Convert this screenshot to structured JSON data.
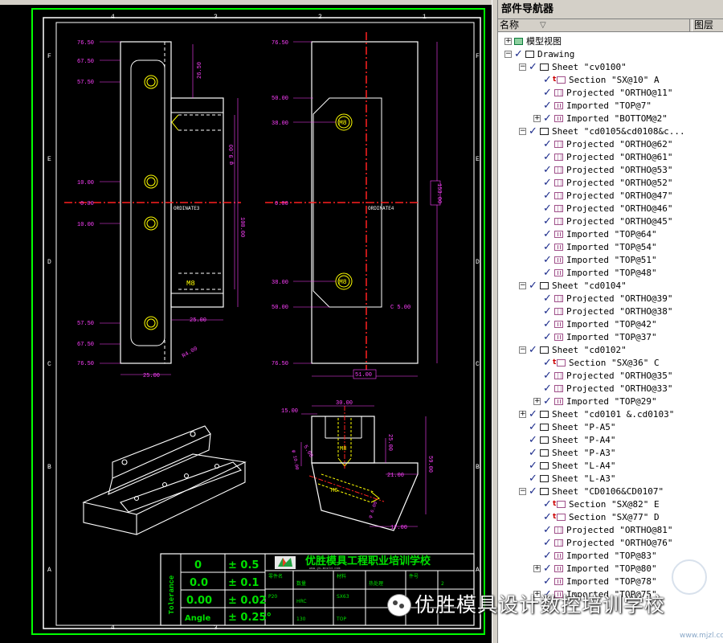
{
  "panel": {
    "title": "部件导航器",
    "col_name": "名称",
    "col_sort": "▽",
    "col_layer": "图层"
  },
  "tree": [
    {
      "depth": 0,
      "exp": "+",
      "check": false,
      "icon": "model",
      "label": "模型视图"
    },
    {
      "depth": 0,
      "exp": "-",
      "check": true,
      "icon": "drawing",
      "label": "Drawing"
    },
    {
      "depth": 1,
      "exp": "-",
      "check": true,
      "icon": "sheet",
      "label": "Sheet \"cv0100\""
    },
    {
      "depth": 2,
      "exp": "",
      "check": true,
      "icon": "sect",
      "label": "Section \"SX@10\" A"
    },
    {
      "depth": 2,
      "exp": "",
      "check": true,
      "icon": "proj",
      "label": "Projected \"ORTHO@11\""
    },
    {
      "depth": 2,
      "exp": "",
      "check": true,
      "icon": "imp",
      "label": "Imported \"TOP@7\""
    },
    {
      "depth": 2,
      "exp": "+",
      "check": true,
      "icon": "imp",
      "label": "Imported \"BOTTOM@2\""
    },
    {
      "depth": 1,
      "exp": "-",
      "check": true,
      "icon": "sheet",
      "label": "Sheet \"cd0105&cd0108&c..."
    },
    {
      "depth": 2,
      "exp": "",
      "check": true,
      "icon": "proj",
      "label": "Projected \"ORTHO@62\""
    },
    {
      "depth": 2,
      "exp": "",
      "check": true,
      "icon": "proj",
      "label": "Projected \"ORTHO@61\""
    },
    {
      "depth": 2,
      "exp": "",
      "check": true,
      "icon": "proj",
      "label": "Projected \"ORTHO@53\""
    },
    {
      "depth": 2,
      "exp": "",
      "check": true,
      "icon": "proj",
      "label": "Projected \"ORTHO@52\""
    },
    {
      "depth": 2,
      "exp": "",
      "check": true,
      "icon": "proj",
      "label": "Projected \"ORTHO@47\""
    },
    {
      "depth": 2,
      "exp": "",
      "check": true,
      "icon": "proj",
      "label": "Projected \"ORTHO@46\""
    },
    {
      "depth": 2,
      "exp": "",
      "check": true,
      "icon": "proj",
      "label": "Projected \"ORTHO@45\""
    },
    {
      "depth": 2,
      "exp": "",
      "check": true,
      "icon": "imp",
      "label": "Imported \"TOP@64\""
    },
    {
      "depth": 2,
      "exp": "",
      "check": true,
      "icon": "imp",
      "label": "Imported \"TOP@54\""
    },
    {
      "depth": 2,
      "exp": "",
      "check": true,
      "icon": "imp",
      "label": "Imported \"TOP@51\""
    },
    {
      "depth": 2,
      "exp": "",
      "check": true,
      "icon": "imp",
      "label": "Imported \"TOP@48\""
    },
    {
      "depth": 1,
      "exp": "-",
      "check": true,
      "icon": "sheet",
      "label": "Sheet \"cd0104\""
    },
    {
      "depth": 2,
      "exp": "",
      "check": true,
      "icon": "proj",
      "label": "Projected \"ORTHO@39\""
    },
    {
      "depth": 2,
      "exp": "",
      "check": true,
      "icon": "proj",
      "label": "Projected \"ORTHO@38\""
    },
    {
      "depth": 2,
      "exp": "",
      "check": true,
      "icon": "imp",
      "label": "Imported \"TOP@42\""
    },
    {
      "depth": 2,
      "exp": "",
      "check": true,
      "icon": "imp",
      "label": "Imported \"TOP@37\""
    },
    {
      "depth": 1,
      "exp": "-",
      "check": true,
      "icon": "sheet",
      "label": "Sheet \"cd0102\""
    },
    {
      "depth": 2,
      "exp": "",
      "check": true,
      "icon": "sect",
      "label": "Section \"SX@36\" C"
    },
    {
      "depth": 2,
      "exp": "",
      "check": true,
      "icon": "proj",
      "label": "Projected \"ORTHO@35\""
    },
    {
      "depth": 2,
      "exp": "",
      "check": true,
      "icon": "proj",
      "label": "Projected \"ORTHO@33\""
    },
    {
      "depth": 2,
      "exp": "+",
      "check": true,
      "icon": "imp",
      "label": "Imported \"TOP@29\""
    },
    {
      "depth": 1,
      "exp": "+",
      "check": true,
      "icon": "sheet",
      "label": "Sheet \"cd0101 &.cd0103\""
    },
    {
      "depth": 1,
      "exp": "",
      "check": true,
      "icon": "sheet",
      "label": "Sheet \"P-A5\""
    },
    {
      "depth": 1,
      "exp": "",
      "check": true,
      "icon": "sheet",
      "label": "Sheet \"P-A4\""
    },
    {
      "depth": 1,
      "exp": "",
      "check": true,
      "icon": "sheet",
      "label": "Sheet \"P-A3\""
    },
    {
      "depth": 1,
      "exp": "",
      "check": true,
      "icon": "sheet",
      "label": "Sheet \"L-A4\""
    },
    {
      "depth": 1,
      "exp": "",
      "check": true,
      "icon": "sheet",
      "label": "Sheet \"L-A3\""
    },
    {
      "depth": 1,
      "exp": "-",
      "check": true,
      "icon": "sheet",
      "label": "Sheet \"CD0106&CD0107\""
    },
    {
      "depth": 2,
      "exp": "",
      "check": true,
      "icon": "sect",
      "label": "Section \"SX@82\" E"
    },
    {
      "depth": 2,
      "exp": "",
      "check": true,
      "icon": "sect",
      "label": "Section \"SX@77\" D"
    },
    {
      "depth": 2,
      "exp": "",
      "check": true,
      "icon": "proj",
      "label": "Projected \"ORTHO@81\""
    },
    {
      "depth": 2,
      "exp": "",
      "check": true,
      "icon": "proj",
      "label": "Projected \"ORTHO@76\""
    },
    {
      "depth": 2,
      "exp": "",
      "check": true,
      "icon": "imp",
      "label": "Imported \"TOP@83\""
    },
    {
      "depth": 2,
      "exp": "+",
      "check": true,
      "icon": "imp",
      "label": "Imported \"TOP@80\""
    },
    {
      "depth": 2,
      "exp": "",
      "check": true,
      "icon": "imp",
      "label": "Imported \"TOP@78\""
    },
    {
      "depth": 2,
      "exp": "+",
      "check": true,
      "icon": "imp",
      "label": "Imported \"TOP@75\""
    }
  ],
  "drawing": {
    "border_numbers": [
      "4",
      "3",
      "2",
      "1"
    ],
    "border_letters": [
      "F",
      "E",
      "D",
      "C",
      "B",
      "A"
    ],
    "left_dims": [
      "76.50",
      "67.50",
      "57.50",
      "10.00",
      "0.00",
      "10.00",
      "57.50",
      "67.50",
      "76.50"
    ],
    "mid_dims": [
      "76.50",
      "50.00",
      "38.00",
      "0.00",
      "38.00",
      "50.00",
      "76.50"
    ],
    "dim_2650": "26.50",
    "dim_phi900": "φ 9.00",
    "dim_10000": "100.00",
    "dim_2500a": "25.00",
    "dim_2500b": "25.00",
    "dim_r400": "R4.00",
    "dim_15300": "153.00",
    "dim_5100": "51.00",
    "dim_c500": "C 5.00",
    "ordinate1": "ORDINATE3",
    "ordinate2": "ORDINATE4",
    "hole_m8": "M8",
    "hole_m6": "M6",
    "sec_dims": {
      "d3000": "30.00",
      "d1500": "15.00",
      "d2500": "25.00",
      "d500": "5.00",
      "d5900": "59.00",
      "d2100": "21.00",
      "d1700": "17.00",
      "phi10": "φ 10.00",
      "phi6": "φ 6.00"
    },
    "title_block": {
      "school": "优胜模具工程职业培训学校",
      "tol_left": [
        "0",
        "0.0",
        "0.00",
        "Angle"
      ],
      "tol_right": [
        "± 0.5",
        "± 0.1",
        "± 0.02",
        "± 0.25°"
      ],
      "side_label": "Tolerance",
      "website": "www.ys-mould.com",
      "cells": [
        "零件名",
        "数量",
        "材料",
        "热处理",
        "件号",
        "2",
        "P20",
        "HRC",
        "SX63",
        "",
        "130",
        "TOP"
      ]
    }
  },
  "watermark": {
    "text": "优胜模具设计数控培训学校",
    "site": "www.mjzl.com"
  },
  "colors": {
    "green_border": "#00ff00",
    "magenta_dim": "#ff40ff",
    "red_center": "#ff2020",
    "yellow_holes": "#ffff00",
    "title_green": "#00e000"
  }
}
